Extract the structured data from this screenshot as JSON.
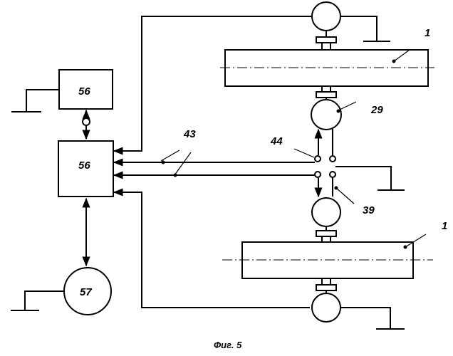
{
  "diagram": {
    "block_top_label": "56",
    "block_main_label": "56",
    "circle_bottom_label": "57",
    "label_43": "43",
    "label_44": "44",
    "label_29": "29",
    "label_39": "39",
    "label_1_top": "1",
    "label_1_bottom": "1"
  },
  "caption": "Фиг. 5"
}
